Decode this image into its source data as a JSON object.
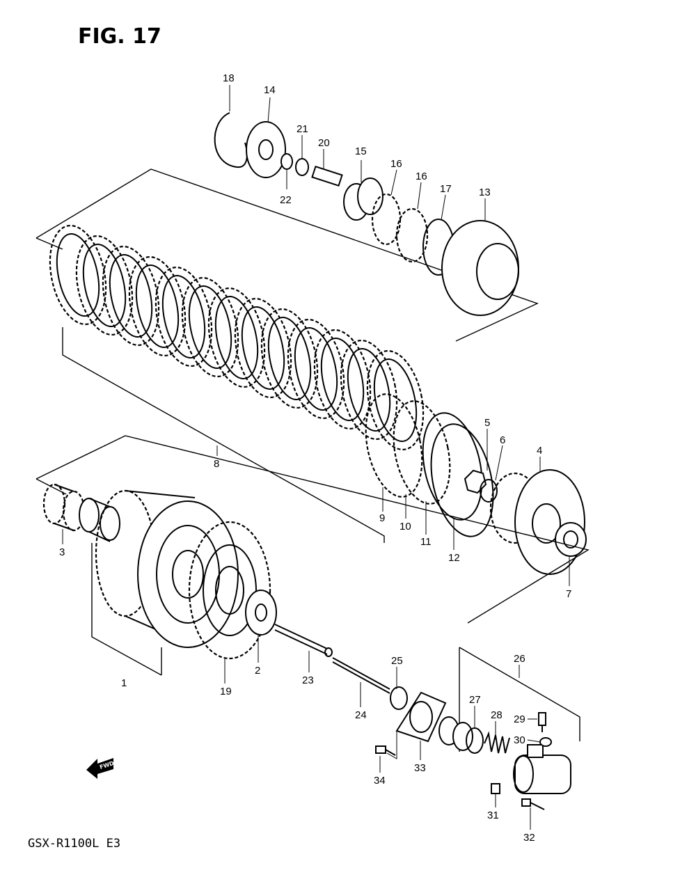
{
  "figure": {
    "title": "FIG. 17"
  },
  "model": "GSX-R1100L E3",
  "fwd_marker": "FWD",
  "callouts": {
    "c1": "1",
    "c2": "2",
    "c3": "3",
    "c4": "4",
    "c5": "5",
    "c6": "6",
    "c7": "7",
    "c8": "8",
    "c9": "9",
    "c10": "10",
    "c11": "11",
    "c12": "12",
    "c13": "13",
    "c14": "14",
    "c15": "15",
    "c16a": "16",
    "c16b": "16",
    "c17": "17",
    "c18": "18",
    "c19": "19",
    "c20": "20",
    "c21": "21",
    "c22": "22",
    "c23": "23",
    "c24": "24",
    "c25": "25",
    "c26": "26",
    "c27": "27",
    "c28": "28",
    "c29": "29",
    "c30": "30",
    "c31": "31",
    "c32": "32",
    "c33": "33",
    "c34": "34"
  }
}
